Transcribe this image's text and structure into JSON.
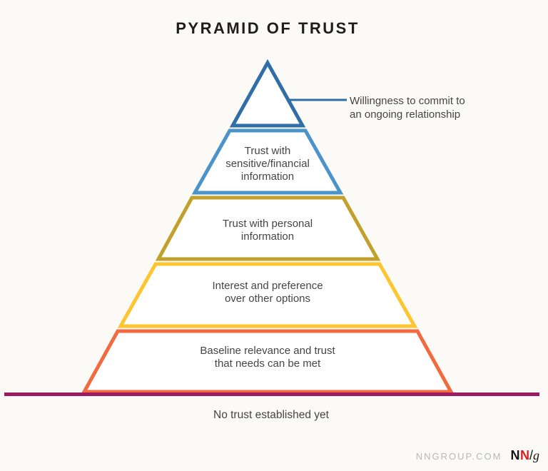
{
  "title": "PYRAMID OF TRUST",
  "pyramid": {
    "levels": [
      {
        "id": "commitment",
        "label": "",
        "color": "#2f6ea6"
      },
      {
        "id": "sensitive-info",
        "label": "Trust with\nsensitive/financial\ninformation",
        "color": "#4a94cb"
      },
      {
        "id": "personal-info",
        "label": "Trust with personal\ninformation",
        "color": "#c2a02c"
      },
      {
        "id": "preference",
        "label": "Interest and preference\nover other options",
        "color": "#fdc62f"
      },
      {
        "id": "baseline",
        "label": "Baseline relevance and trust\nthat needs can be met",
        "color": "#f26a3f"
      }
    ],
    "callout_label": "Willingness to commit to\nan ongoing relationship",
    "ground_label": "No trust established yet"
  },
  "colors": {
    "background": "#fbfaf7",
    "ground_line": "#9c1b5e",
    "callout_line": "#2f6ea6",
    "shadow": "#edeff5",
    "text": "#454545"
  },
  "footer": {
    "website": "NNGROUP.COM",
    "logo": {
      "n_black": "N",
      "n_red": "N",
      "slash": "/",
      "g": "g",
      "red_color": "#d6201f"
    }
  }
}
